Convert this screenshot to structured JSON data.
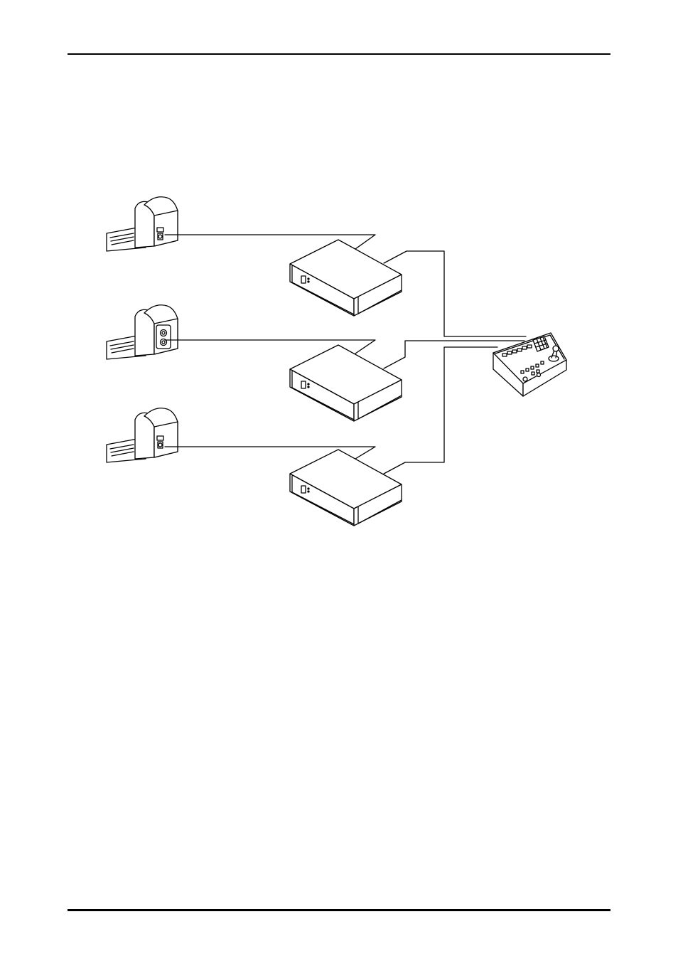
{
  "figure": {
    "description_visible_text": "",
    "devices": {
      "cameras": [
        "camera-1",
        "camera-2",
        "camera-3"
      ],
      "receivers": [
        "receiver-1",
        "receiver-2",
        "receiver-3"
      ],
      "controller": "controller"
    },
    "line_color": "#000000",
    "fill_color": "#ffffff"
  }
}
